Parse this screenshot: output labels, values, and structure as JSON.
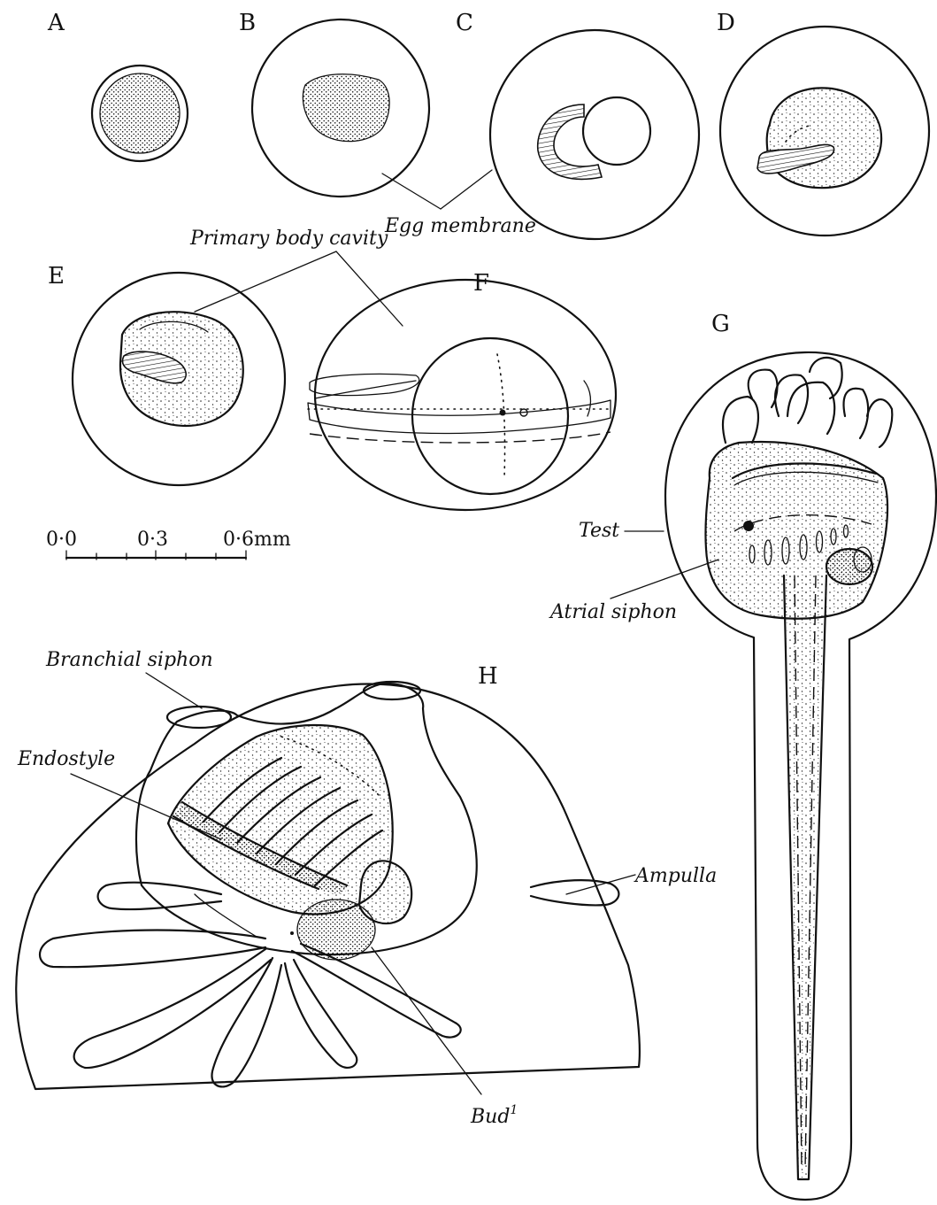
{
  "panels": {
    "a": "A",
    "b": "B",
    "c": "C",
    "d": "D",
    "e": "E",
    "f": "F",
    "g": "G",
    "h": "H"
  },
  "labels": {
    "egg_membrane": "Egg membrane",
    "primary_body_cavity": "Primary body cavity",
    "test": "Test",
    "atrial_siphon": "Atrial siphon",
    "branchial_siphon": "Branchial siphon",
    "endostyle": "Endostyle",
    "ampulla": "Ampulla",
    "bud": "Bud",
    "bud_sup": "1"
  },
  "scale_bar": {
    "ticks": [
      "0·0",
      "0·3",
      "0·6mm"
    ]
  }
}
